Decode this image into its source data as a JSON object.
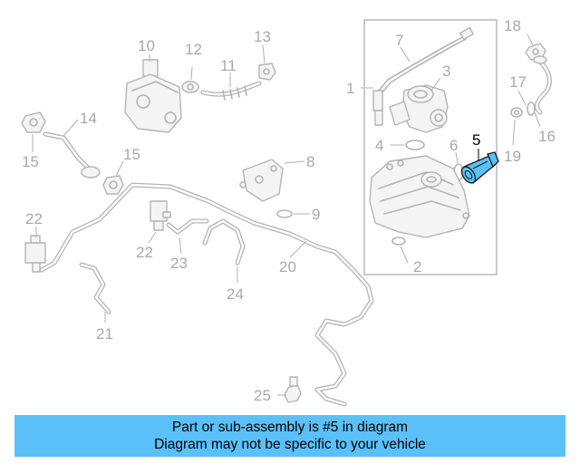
{
  "diagram": {
    "highlight_color": "#5bc0f8",
    "callouts": {
      "c1": "1",
      "c2": "2",
      "c3": "3",
      "c4": "4",
      "c5": "5",
      "c6": "6",
      "c7": "7",
      "c8": "8",
      "c9": "9",
      "c10": "10",
      "c11": "11",
      "c12": "12",
      "c13": "13",
      "c14": "14",
      "c15a": "15",
      "c15b": "15",
      "c16": "16",
      "c17": "17",
      "c18": "18",
      "c19": "19",
      "c20": "20",
      "c21": "21",
      "c22a": "22",
      "c22b": "22",
      "c23": "23",
      "c24": "24",
      "c25": "25"
    }
  },
  "banner": {
    "line1": "Part or sub-assembly is #5 in diagram",
    "line2": "Diagram may not be specific to your vehicle",
    "color": "#5bc0f8"
  }
}
